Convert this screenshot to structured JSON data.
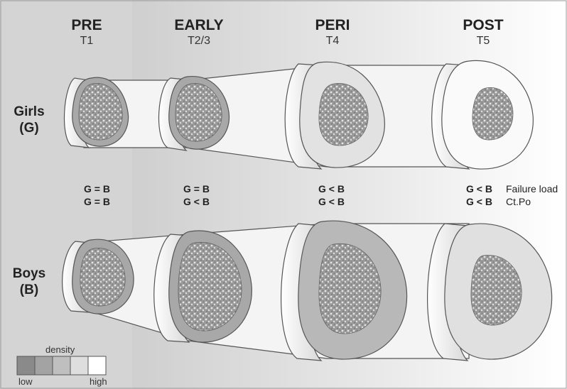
{
  "stages": [
    {
      "name": "PRE",
      "time": "T1"
    },
    {
      "name": "EARLY",
      "time": "T2/3"
    },
    {
      "name": "PERI",
      "time": "T4"
    },
    {
      "name": "POST",
      "time": "T5"
    }
  ],
  "groups": {
    "girls": "Girls\n(G)",
    "boys": "Boys\n(B)"
  },
  "comparisons": {
    "failure_load": [
      "G = B",
      "G = B",
      "G < B",
      "G < B"
    ],
    "ct_po": [
      "G = B",
      "G < B",
      "G < B",
      "G < B"
    ],
    "labels": {
      "failure_load": "Failure load",
      "ct_po": "Ct.Po"
    }
  },
  "legend": {
    "title": "density",
    "low": "low",
    "high": "high",
    "swatches": [
      "#8a8a8a",
      "#a3a3a3",
      "#bfbfbf",
      "#dedede",
      "#ffffff"
    ]
  },
  "colors": {
    "background_band": "#d6d6d6",
    "bone_outer": "#f0f0f0",
    "trabecular": "#8c8c8c"
  }
}
